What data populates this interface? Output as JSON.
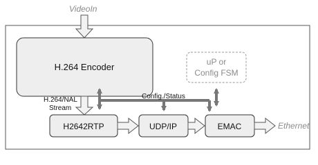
{
  "inputs": {
    "video_in": "VideoIn"
  },
  "outputs": {
    "ethernet": "Ethernet"
  },
  "blocks": {
    "encoder": "H.264 Encoder",
    "controller_line1": "uP or",
    "controller_line2": "Config FSM",
    "rtp": "H2642RTP",
    "udp_ip": "UDP/IP",
    "emac": "EMAC"
  },
  "labels": {
    "stream_line1": "H.264/NAL",
    "stream_line2": "Stream",
    "config_status": "Config./Status"
  },
  "colors": {
    "block_fill": "#eeeeee",
    "block_stroke": "#333333",
    "arrow_fill": "#f2f2f2",
    "arrow_stroke": "#555555",
    "bus": "#777777",
    "controller_stroke": "#9a9a9a",
    "muted_text": "#8a8a8a"
  }
}
